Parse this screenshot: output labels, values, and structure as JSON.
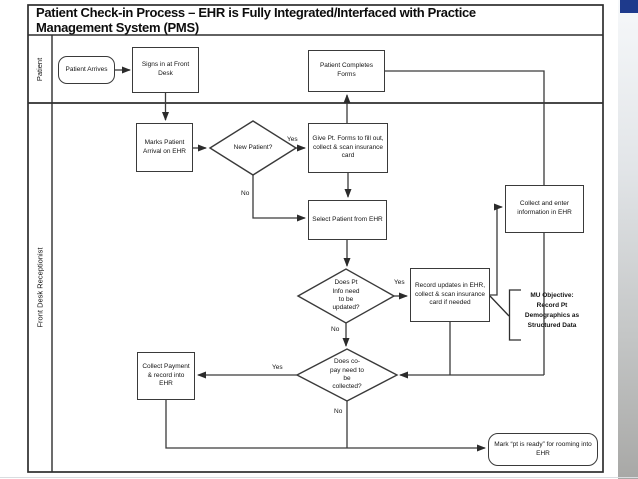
{
  "slide": {
    "title": "Patient Check-in Process – EHR is Fully Integrated/Interfaced with Practice Management System (PMS)",
    "accent_color": "#1e3a8c",
    "line_color": "#3a3a3a"
  },
  "lanes": {
    "patient": "Patient",
    "front_desk": "Front Desk Receptionist"
  },
  "nodes": {
    "patient_arrives": "Patient Arrives",
    "signs_in": "Signs in at Front Desk",
    "patient_completes_forms": "Patient Completes Forms",
    "marks_arrival": "Marks Patient Arrival on EHR",
    "new_patient_q": "New Patient?",
    "give_forms": "Give Pt. Forms to fill out, collect & scan insurance card",
    "select_patient": "Select Patient from EHR",
    "info_update_q": "Does Pt Info need to be updated?",
    "record_updates": "Record updates in EHR, collect & scan insurance card if needed",
    "collect_enter": "Collect and enter information in EHR",
    "copay_q": "Does co-pay need to be collected?",
    "collect_payment": "Collect Payment & record into EHR",
    "mark_ready": "Mark “pt is ready” for rooming into EHR",
    "mu_note": "MU Objective: Record Pt Demographics as Structured Data"
  },
  "edge_labels": {
    "new_patient_yes": "Yes",
    "new_patient_no": "No",
    "info_update_yes": "Yes",
    "info_update_no": "No",
    "copay_yes": "Yes",
    "copay_no": "No"
  }
}
